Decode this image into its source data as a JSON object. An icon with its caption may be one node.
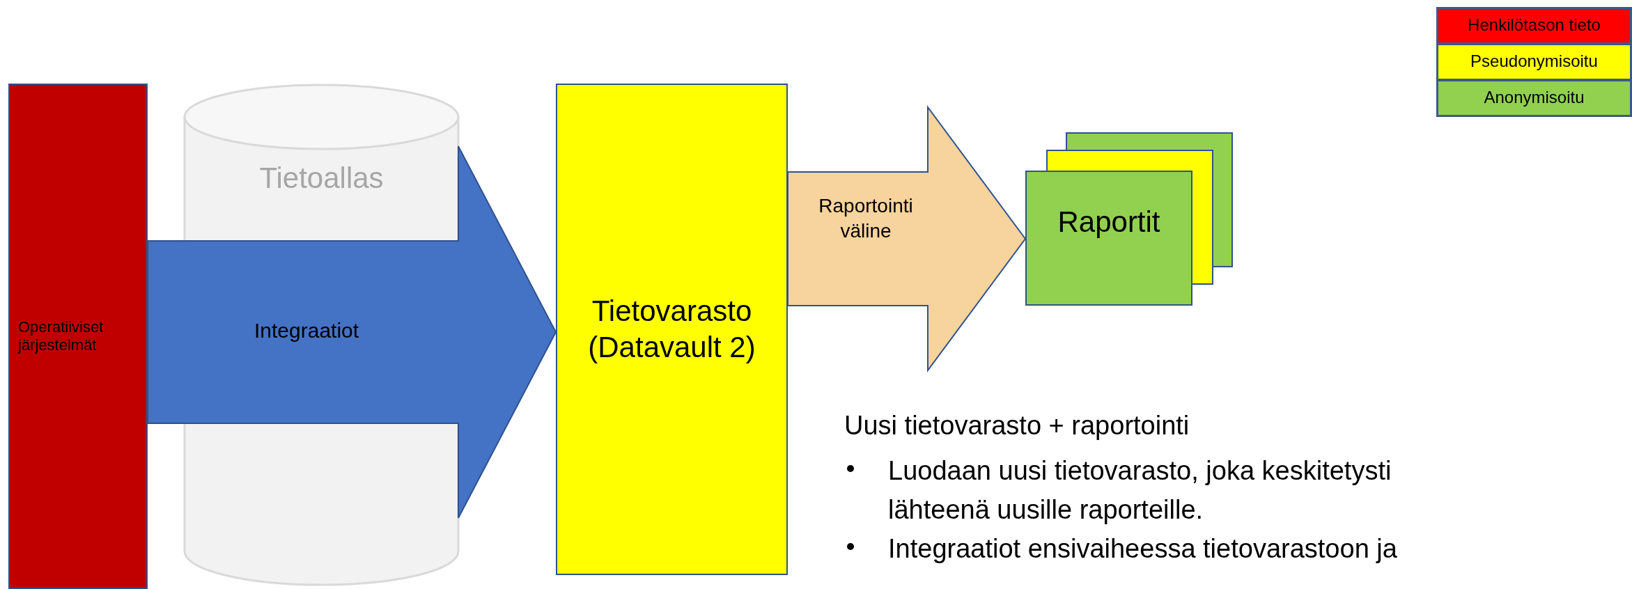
{
  "diagram": {
    "nodes": [
      {
        "text": [
          "Operatiiviset järjestelmät"
        ]
      },
      {
        "text": [
          "Tietoallas"
        ]
      },
      {
        "text": [
          "Tietovarasto (Datavault 2)"
        ]
      },
      {
        "text": [
          "Raportit"
        ]
      }
    ],
    "edges": [
      {
        "from": 0,
        "to": 2,
        "arrow": "to",
        "label": "Integraatiot"
      },
      {
        "from": 2,
        "to": 3,
        "arrow": "to",
        "label": "Raportointi väline"
      }
    ],
    "labels": [
      "Uusi tietovarasto + raportointi",
      "Luodaan uusi tietovarasto, joka keskitetysti lähteenä uusille raporteille.",
      "Integraatiot ensivaiheessa tietovarastoon ja"
    ],
    "legend": [
      {
        "text": "Henkilötason tieto",
        "color": "#ff0000"
      },
      {
        "text": "Pseudonymisoitu",
        "color": "#ffff00"
      },
      {
        "text": "Anonymisoitu",
        "color": "#92d050"
      }
    ]
  }
}
